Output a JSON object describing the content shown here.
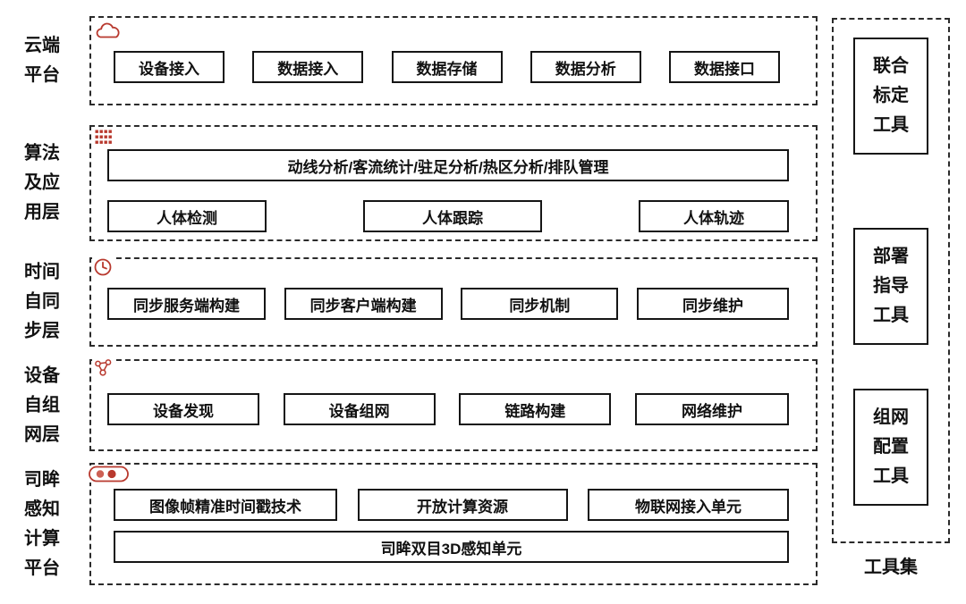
{
  "layers": [
    {
      "label": "云端\n平台",
      "icon": "cloud",
      "boxes": [
        "设备接入",
        "数据接入",
        "数据存储",
        "数据分析",
        "数据接口"
      ]
    },
    {
      "label": "算法\n及应\n用层",
      "icon": "grid",
      "wide_box": "动线分析/客流统计/驻足分析/热区分析/排队管理",
      "boxes": [
        "人体检测",
        "人体跟踪",
        "人体轨迹"
      ]
    },
    {
      "label": "时间\n自同\n步层",
      "icon": "clock",
      "boxes": [
        "同步服务端构建",
        "同步客户端构建",
        "同步机制",
        "同步维护"
      ]
    },
    {
      "label": "设备\n自组\n网层",
      "icon": "network",
      "boxes": [
        "设备发现",
        "设备组网",
        "链路构建",
        "网络维护"
      ]
    },
    {
      "label": "司眸\n感知\n计算\n平台",
      "icon": "camera",
      "boxes": [
        "图像帧精准时间戳技术",
        "开放计算资源",
        "物联网接入单元"
      ],
      "wide_box": "司眸双目3D感知单元"
    }
  ],
  "toolbox": {
    "label": "工具集",
    "tools": [
      "联合\n标定\n工具",
      "部署\n指导\n工具",
      "组网\n配置\n工具"
    ]
  },
  "colors": {
    "accent_red": "#b8392e",
    "line_black": "#151515"
  }
}
